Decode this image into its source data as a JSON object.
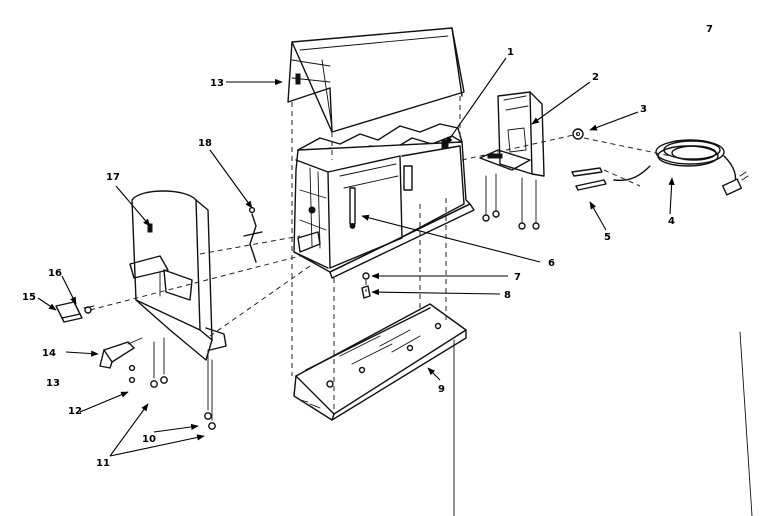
{
  "callouts": {
    "c1": "1",
    "c2": "2",
    "c3": "3",
    "c4": "4",
    "c5": "5",
    "c6": "6",
    "c7": "7",
    "c8": "8",
    "c9": "9",
    "c10": "10",
    "c11": "11",
    "c12": "12",
    "c13": "13",
    "c13b": "13",
    "c14": "14",
    "c15": "15",
    "c16": "16",
    "c17": "17",
    "c18": "18"
  },
  "corner_mark": "7"
}
